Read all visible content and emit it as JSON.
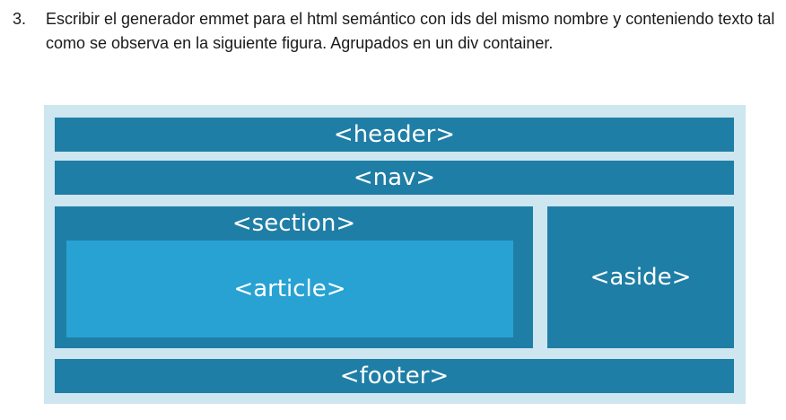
{
  "question": {
    "number": "3.",
    "text": "Escribir el generador emmet para el html semántico con ids del mismo nombre y conteniendo texto tal como se observa en la siguiente figura. Agrupados en un div container."
  },
  "figure": {
    "header": "<header>",
    "nav": "<nav>",
    "section": "<section>",
    "article": "<article>",
    "aside": "<aside>",
    "footer": "<footer>"
  },
  "colors": {
    "figure_background": "#cde6ef",
    "block_dark": "#1f7ea6",
    "block_light": "#27a2d3"
  }
}
